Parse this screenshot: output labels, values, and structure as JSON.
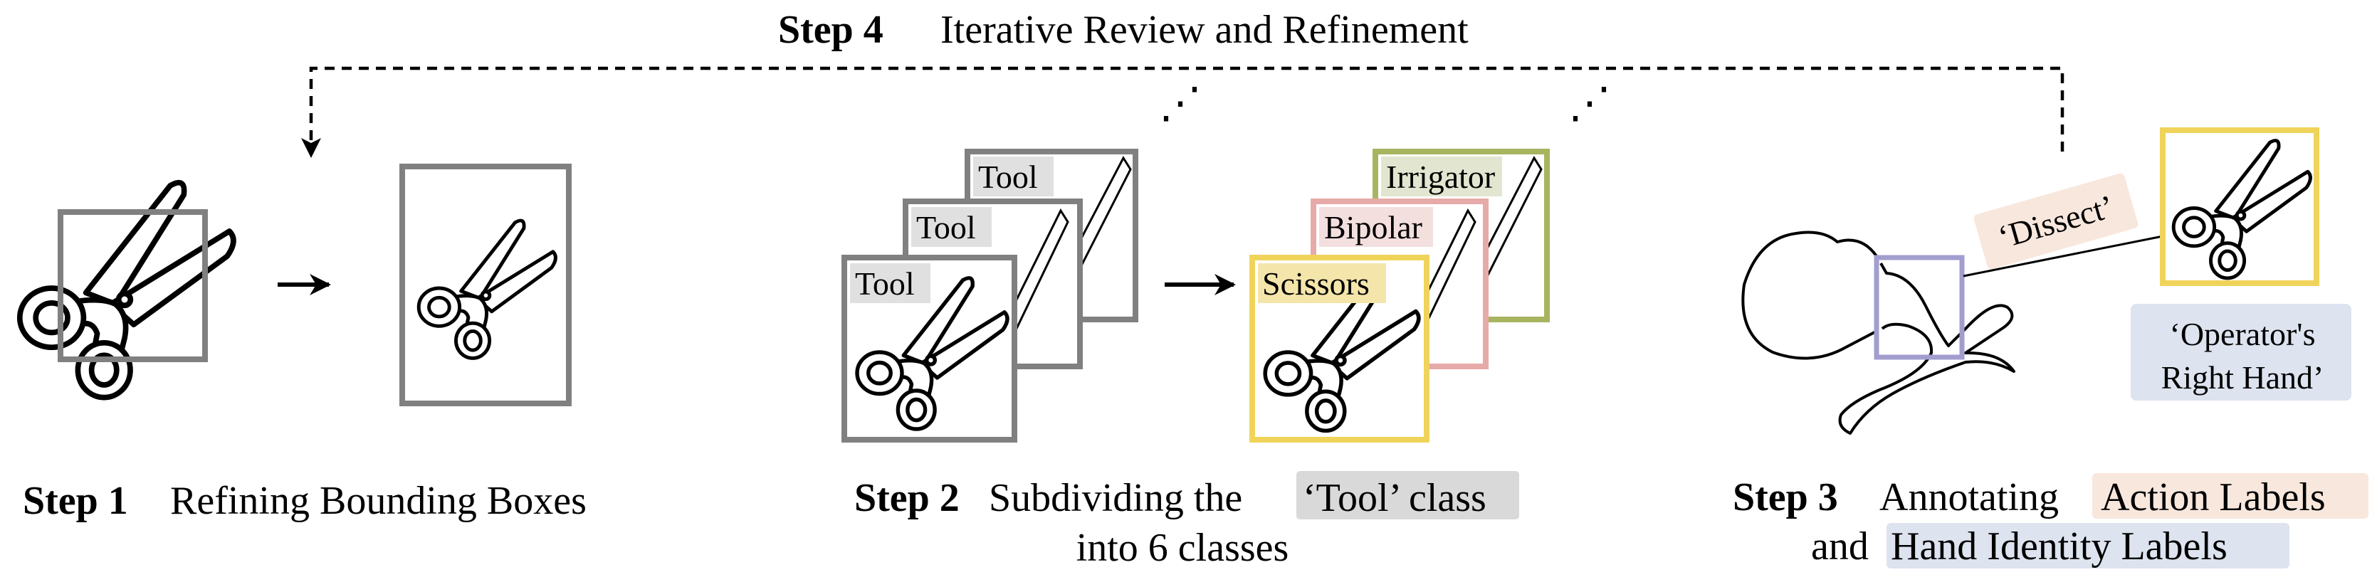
{
  "step4": {
    "step": "Step 4",
    "title": "Iterative Review and Refinement"
  },
  "step1": {
    "step": "Step 1",
    "title": "Refining Bounding Boxes"
  },
  "step2": {
    "step": "Step 2",
    "title_pre": "Subdividing the",
    "title_highlight": "‘Tool’ class",
    "title_line2": "into 6 classes",
    "before_labels": [
      "Tool",
      "Tool",
      "Tool"
    ],
    "after_labels": [
      "Irrigator",
      "Bipolar",
      "Scissors"
    ],
    "ellipsis": "⋰"
  },
  "step3": {
    "step": "Step 3",
    "title_pre": "Annotating",
    "action_highlight": "Action Labels",
    "title_and": "and",
    "hand_highlight": "Hand Identity Labels",
    "action_label": "‘Dissect’",
    "hand_label_line1": "‘Operator's",
    "hand_label_line2": "Right Hand’"
  },
  "colors": {
    "tool_box": "#808080",
    "tool_label_bg": "#e0e0e0",
    "irrigator": "#a8b45f",
    "irrigator_bg": "#e2e6d0",
    "bipolar": "#e6aaa8",
    "bipolar_bg": "#f3dfde",
    "scissors": "#f0d45a",
    "scissors_bg": "#f4e6aa",
    "tissue_box": "#a19ecf",
    "action_bg": "#f8e7dd",
    "hand_bg": "#dde3ef",
    "tool_highlight_bg": "#d9d9d9"
  }
}
